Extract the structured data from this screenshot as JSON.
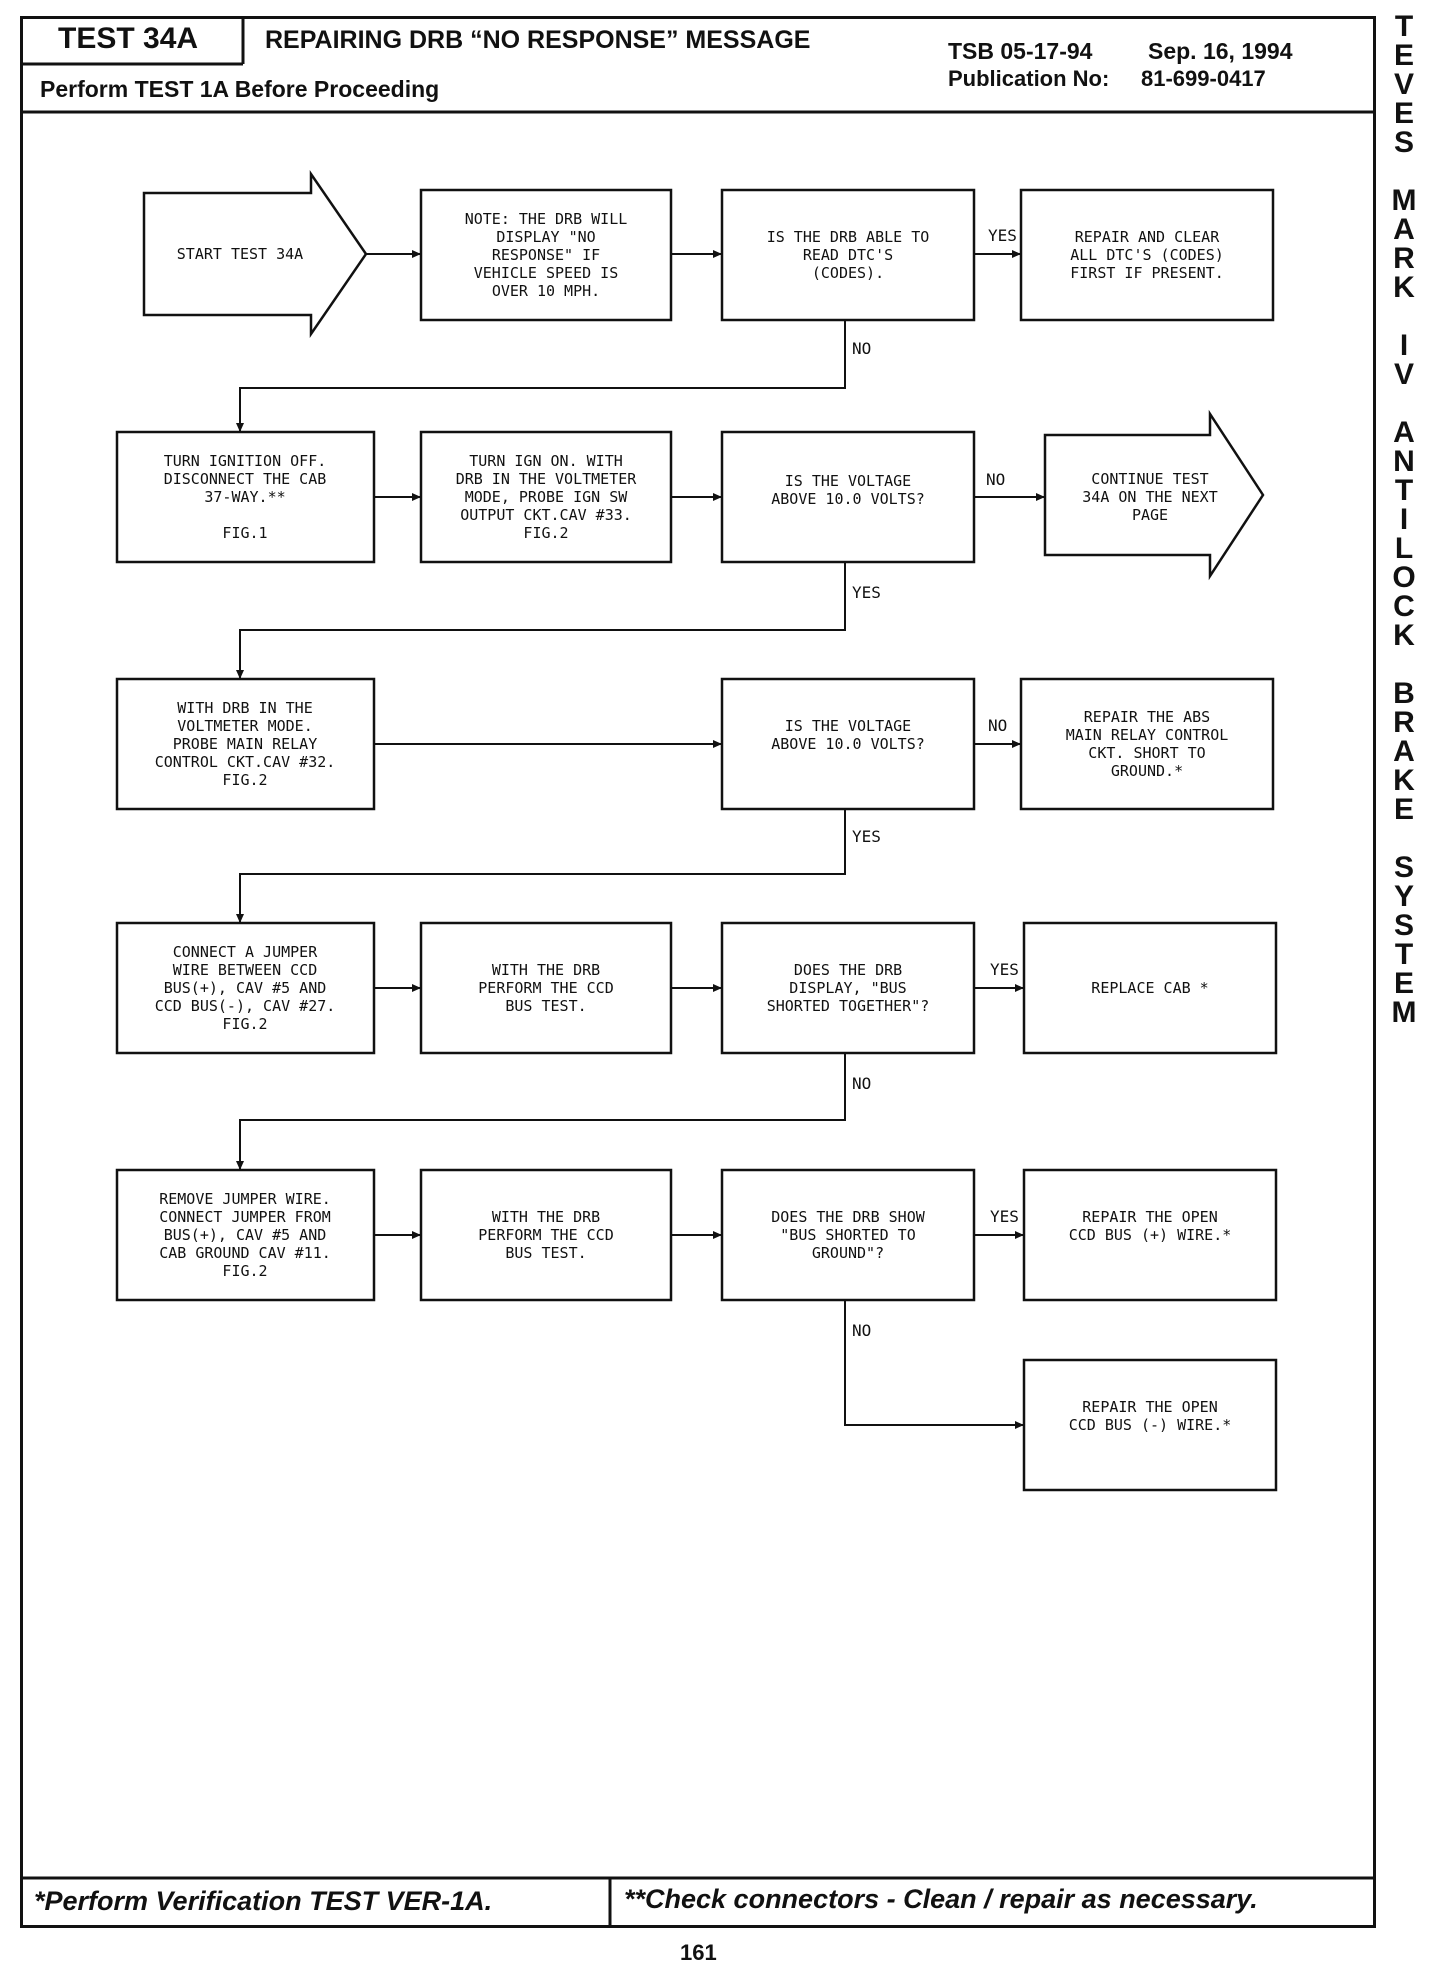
{
  "header": {
    "test_id": "TEST 34A",
    "title": "REPAIRING DRB “NO RESPONSE” MESSAGE",
    "prereq": "Perform TEST 1A Before Proceeding",
    "tsb": "TSB 05-17-94",
    "date": "Sep. 16, 1994",
    "publication_label": "Publication No:",
    "publication_no": "81-699-0417"
  },
  "side_title": [
    "T",
    "E",
    "V",
    "E",
    "S",
    "",
    "M",
    "A",
    "R",
    "K",
    "",
    "I",
    "V",
    "",
    "A",
    "N",
    "T",
    "I",
    "L",
    "O",
    "C",
    "K",
    "",
    "B",
    "R",
    "A",
    "K",
    "E",
    "",
    "S",
    "Y",
    "S",
    "T",
    "E",
    "M"
  ],
  "flow": {
    "start": [
      "START TEST 34A"
    ],
    "note": [
      "NOTE: THE DRB WILL",
      "DISPLAY \"NO",
      "RESPONSE\" IF",
      "VEHICLE SPEED IS",
      "OVER 10 MPH."
    ],
    "q_read_dtc": [
      "IS THE DRB ABLE TO",
      "READ DTC'S",
      "(CODES)."
    ],
    "repair_clear": [
      "REPAIR AND CLEAR",
      "ALL DTC'S (CODES)",
      "FIRST IF PRESENT."
    ],
    "ign_off": [
      "TURN IGNITION OFF.",
      "DISCONNECT THE CAB",
      "37-WAY.**",
      "",
      "FIG.1"
    ],
    "ign_on": [
      "TURN IGN ON. WITH",
      "DRB IN THE VOLTMETER",
      "MODE, PROBE IGN SW",
      "OUTPUT CKT.CAV #33.",
      "FIG.2"
    ],
    "q_volt_1": [
      "IS THE VOLTAGE",
      "ABOVE 10.0 VOLTS?"
    ],
    "continue": [
      "CONTINUE TEST",
      "34A ON THE NEXT",
      "PAGE"
    ],
    "probe_main": [
      "WITH DRB IN THE",
      "VOLTMETER MODE.",
      "PROBE MAIN RELAY",
      "CONTROL CKT.CAV #32.",
      "FIG.2"
    ],
    "q_volt_2": [
      "IS THE VOLTAGE",
      "ABOVE 10.0 VOLTS?"
    ],
    "repair_abs": [
      "REPAIR THE ABS",
      "MAIN RELAY CONTROL",
      "CKT. SHORT TO",
      "GROUND.*"
    ],
    "jumper": [
      "CONNECT A JUMPER",
      "WIRE BETWEEN CCD",
      "BUS(+), CAV #5 AND",
      "CCD BUS(-), CAV #27.",
      "FIG.2"
    ],
    "ccd_test_1": [
      "WITH THE DRB",
      "PERFORM THE CCD",
      "BUS TEST."
    ],
    "q_shorted_together": [
      "DOES THE DRB",
      "DISPLAY, \"BUS",
      "SHORTED TOGETHER\"?"
    ],
    "replace_cab": [
      "REPLACE CAB *"
    ],
    "remove_jumper": [
      "REMOVE JUMPER WIRE.",
      "CONNECT JUMPER FROM",
      "BUS(+), CAV #5 AND",
      "CAB GROUND CAV #11.",
      "FIG.2"
    ],
    "ccd_test_2": [
      "WITH THE DRB",
      "PERFORM THE CCD",
      "BUS TEST."
    ],
    "q_shorted_ground": [
      "DOES THE DRB SHOW",
      "\"BUS SHORTED TO",
      "GROUND\"?"
    ],
    "repair_open_pos": [
      "REPAIR THE OPEN",
      "CCD BUS (+) WIRE.*"
    ],
    "repair_open_neg": [
      "REPAIR THE OPEN",
      "CCD BUS (-) WIRE.*"
    ]
  },
  "labels": {
    "yes": "YES",
    "no": "NO"
  },
  "footer": {
    "left": "*Perform Verification TEST VER-1A.",
    "right": "**Check connectors - Clean / repair as necessary.",
    "page": "161"
  }
}
